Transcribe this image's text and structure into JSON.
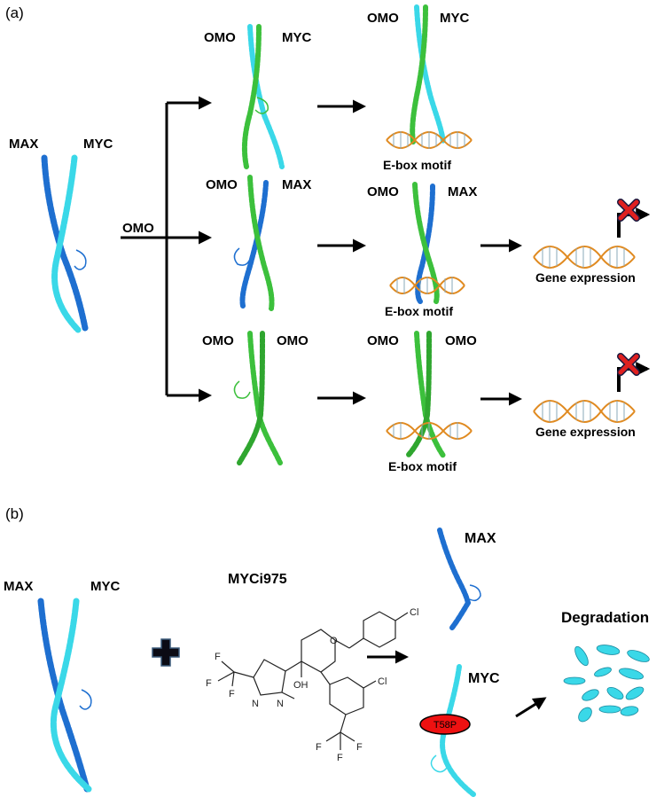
{
  "panel_a": {
    "label": "(a)",
    "start": {
      "left": "MAX",
      "right": "MYC"
    },
    "arrow_label": "OMO",
    "rows": [
      {
        "left": "OMO",
        "right": "MYC",
        "dna_left": "OMO",
        "dna_right": "MYC",
        "caption": "E-box motif",
        "outcome": ""
      },
      {
        "left": "OMO",
        "right": "MAX",
        "dna_left": "OMO",
        "dna_right": "MAX",
        "caption": "E-box motif",
        "outcome": "Gene expression"
      },
      {
        "left": "OMO",
        "right": "OMO",
        "dna_left": "OMO",
        "dna_right": "OMO",
        "caption": "E-box motif",
        "outcome": "Gene expression"
      }
    ]
  },
  "panel_b": {
    "label": "(b)",
    "complex": {
      "left": "MAX",
      "right": "MYC"
    },
    "compound": {
      "name": "MYCi975",
      "atoms": {
        "cl1": "Cl",
        "cl2": "Cl",
        "o": "O",
        "oh": "OH",
        "n1": "N",
        "n2": "N",
        "f": "F"
      }
    },
    "max_label": "MAX",
    "myc_label": "MYC",
    "mutation": "T58P",
    "result": "Degradation"
  },
  "colors": {
    "omo": "#3cc03c",
    "myc": "#3ad8e8",
    "max": "#1e6fd0",
    "dna_backbone": "#e08a20",
    "block": "#e02020",
    "mutation_fill": "#ee1111"
  }
}
